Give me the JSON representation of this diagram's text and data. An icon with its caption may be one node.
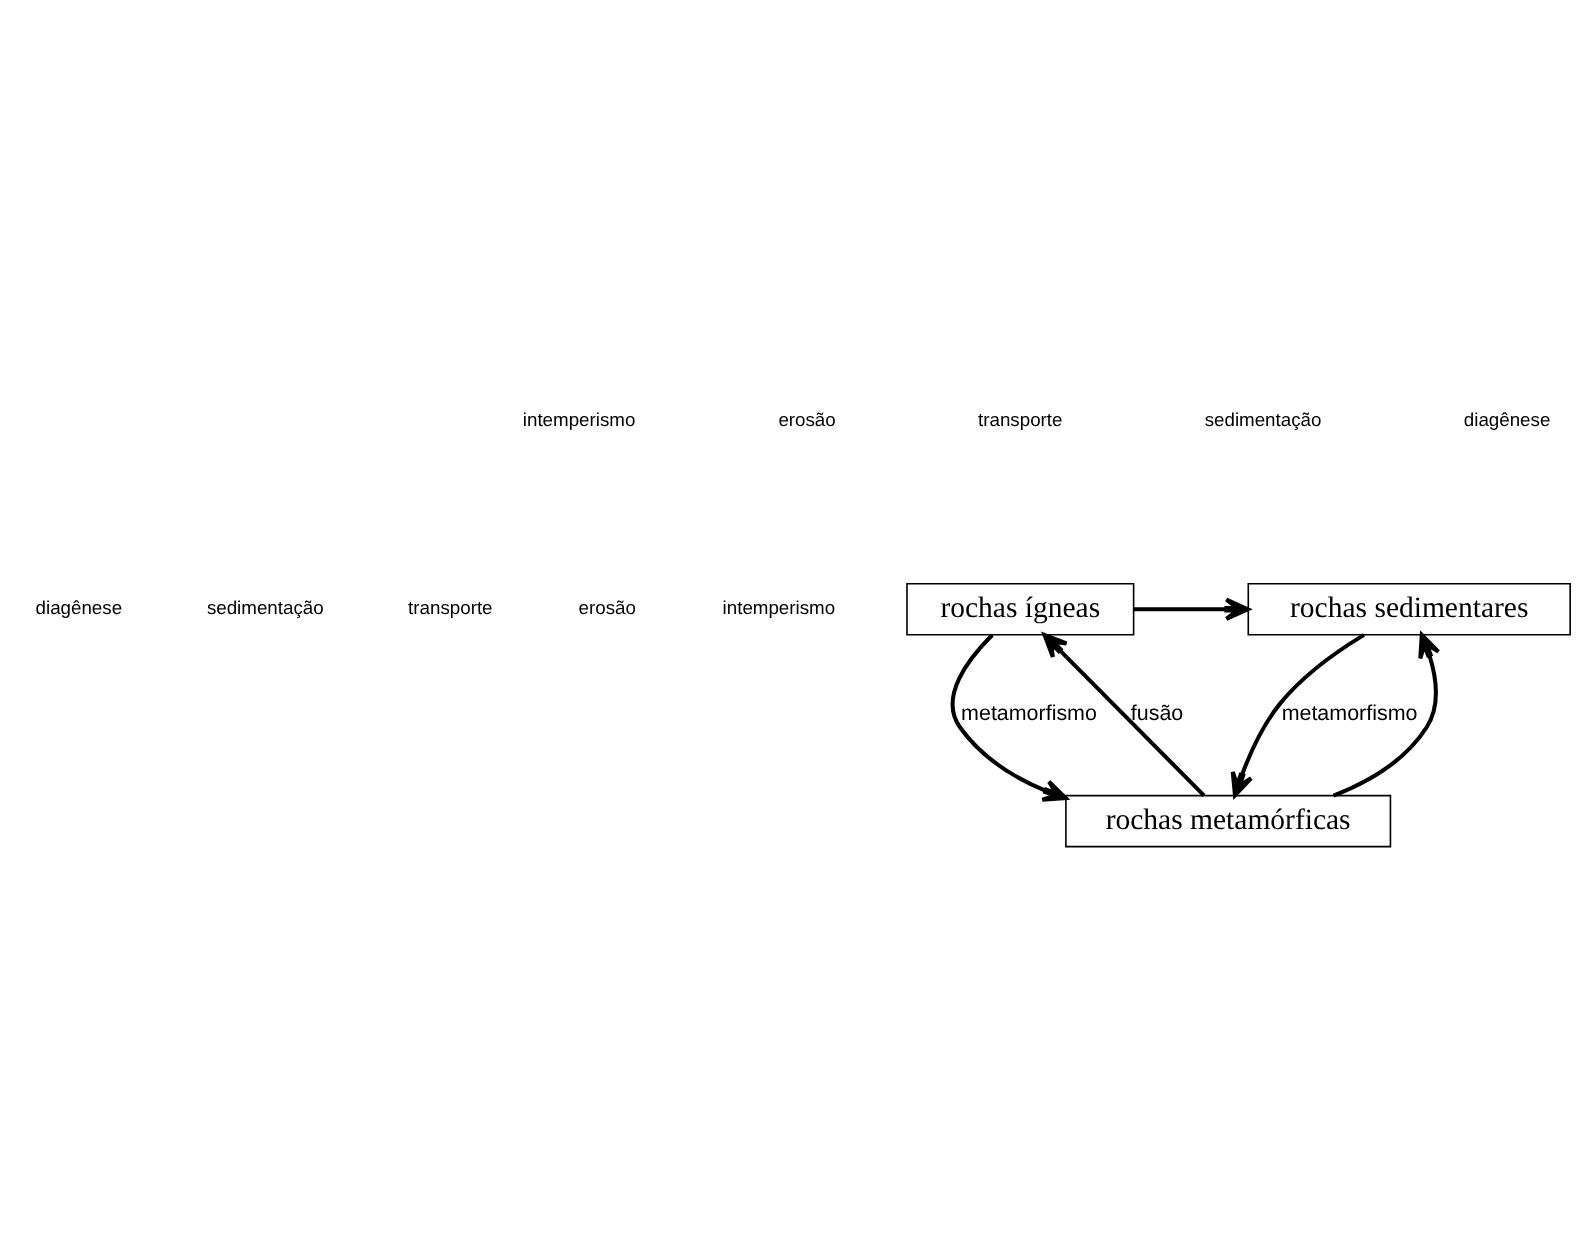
{
  "diagram": {
    "nodes": [
      {
        "text": [
          "rochas ígneas"
        ]
      },
      {
        "text": [
          "rochas sedimentares"
        ]
      },
      {
        "text": [
          "rochas metamórficas"
        ]
      }
    ],
    "edges": [
      {
        "from": 0,
        "to": 1,
        "arrow": "to"
      },
      {
        "from": 0,
        "to": 2,
        "arrow": "to",
        "label": "metamorfismo"
      },
      {
        "from": 1,
        "to": 2,
        "arrow": "to",
        "label": "metamorfismo"
      },
      {
        "from": 2,
        "to": 0,
        "arrow": "to",
        "label": "fusão"
      },
      {
        "from": 2,
        "to": 1,
        "arrow": "to"
      }
    ],
    "labels": [
      "intemperismo",
      "erosão",
      "transporte",
      "sedimentação",
      "diagênese",
      "diagênese",
      "sedimentação",
      "transporte",
      "erosão",
      "intemperismo"
    ]
  }
}
